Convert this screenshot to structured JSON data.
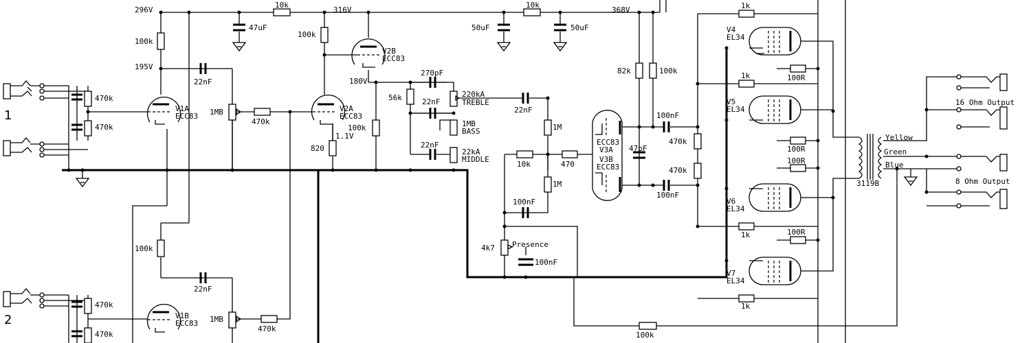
{
  "nodes": {
    "rail_296": "296V",
    "rail_316": "316V",
    "rail_368": "368V",
    "n195": "195V",
    "n180": "180V",
    "n1v1": "1.1V"
  },
  "inputs": {
    "in1": "1",
    "in2": "2"
  },
  "resistors": {
    "r_rail1": "10k",
    "r_rail2": "10k",
    "r100k_a": "100k",
    "r100k_b": "100k",
    "r100k_c": "100k",
    "r100k_d": "100k",
    "r470k_1": "470k",
    "r470k_2": "470k",
    "r470k_3": "470k",
    "r470k_4": "470k",
    "r470k_5": "470k",
    "r470k_6": "470k",
    "r1mb_1": "1MB",
    "r1mb_2": "1MB",
    "r820": "820",
    "r56k": "56k",
    "r82k": "82k",
    "r100k_e": "100k",
    "r470k_pi1": "470k",
    "r470k_pi2": "470k",
    "r10k_b": "10k",
    "r470": "470",
    "r1m_1": "1M",
    "r1m_2": "1M",
    "r4k7": "4k7",
    "r1k_1": "1k",
    "r1k_2": "1k",
    "r1k_3": "1k",
    "r1k_4": "1k",
    "r100r_1": "100R",
    "r100r_2": "100R",
    "r100r_3": "100R",
    "r100r_4": "100R",
    "r100k_fb": "100k"
  },
  "capacitors": {
    "c47uf": "47uF",
    "c50uf_1": "50uF",
    "c50uf_2": "50uF",
    "c22nf_1": "22nF",
    "c22nf_2": "22nF",
    "c22nf_3": "22nF",
    "c22nf_4": "22nF",
    "c22nf_5": "22nF",
    "c270pf": "270pF",
    "c100nf_1": "100nF",
    "c100nf_2": "100nF",
    "c100nf_3": "100nF",
    "c100nf_4": "100nF",
    "c47pf": "47pF"
  },
  "pots": {
    "treble": [
      "220kA",
      "TREBLE"
    ],
    "bass": [
      "1MB",
      "BASS"
    ],
    "middle": [
      "22kA",
      "MIDDLE"
    ],
    "presence": "Presence"
  },
  "tubes": {
    "v1a": [
      "V1A",
      "ECC83"
    ],
    "v1b": [
      "V1B",
      "ECC83"
    ],
    "v2a": [
      "V2A",
      "ECC83"
    ],
    "v2b": [
      "V2B",
      "ECC83"
    ],
    "v3a": [
      "ECC83",
      "V3A"
    ],
    "v3b": [
      "V3B",
      "ECC83"
    ],
    "v4": [
      "V4",
      "EL34"
    ],
    "v5": [
      "V5",
      "EL34"
    ],
    "v6": [
      "V6",
      "EL34"
    ],
    "v7": [
      "V7",
      "EL34"
    ]
  },
  "transformer": {
    "part": "3119B",
    "yellow": "Yellow",
    "green": "Green",
    "blue": "Blue"
  },
  "outputs": {
    "o16": "16 Ohm Output",
    "o8": "8 Ohm Output"
  }
}
